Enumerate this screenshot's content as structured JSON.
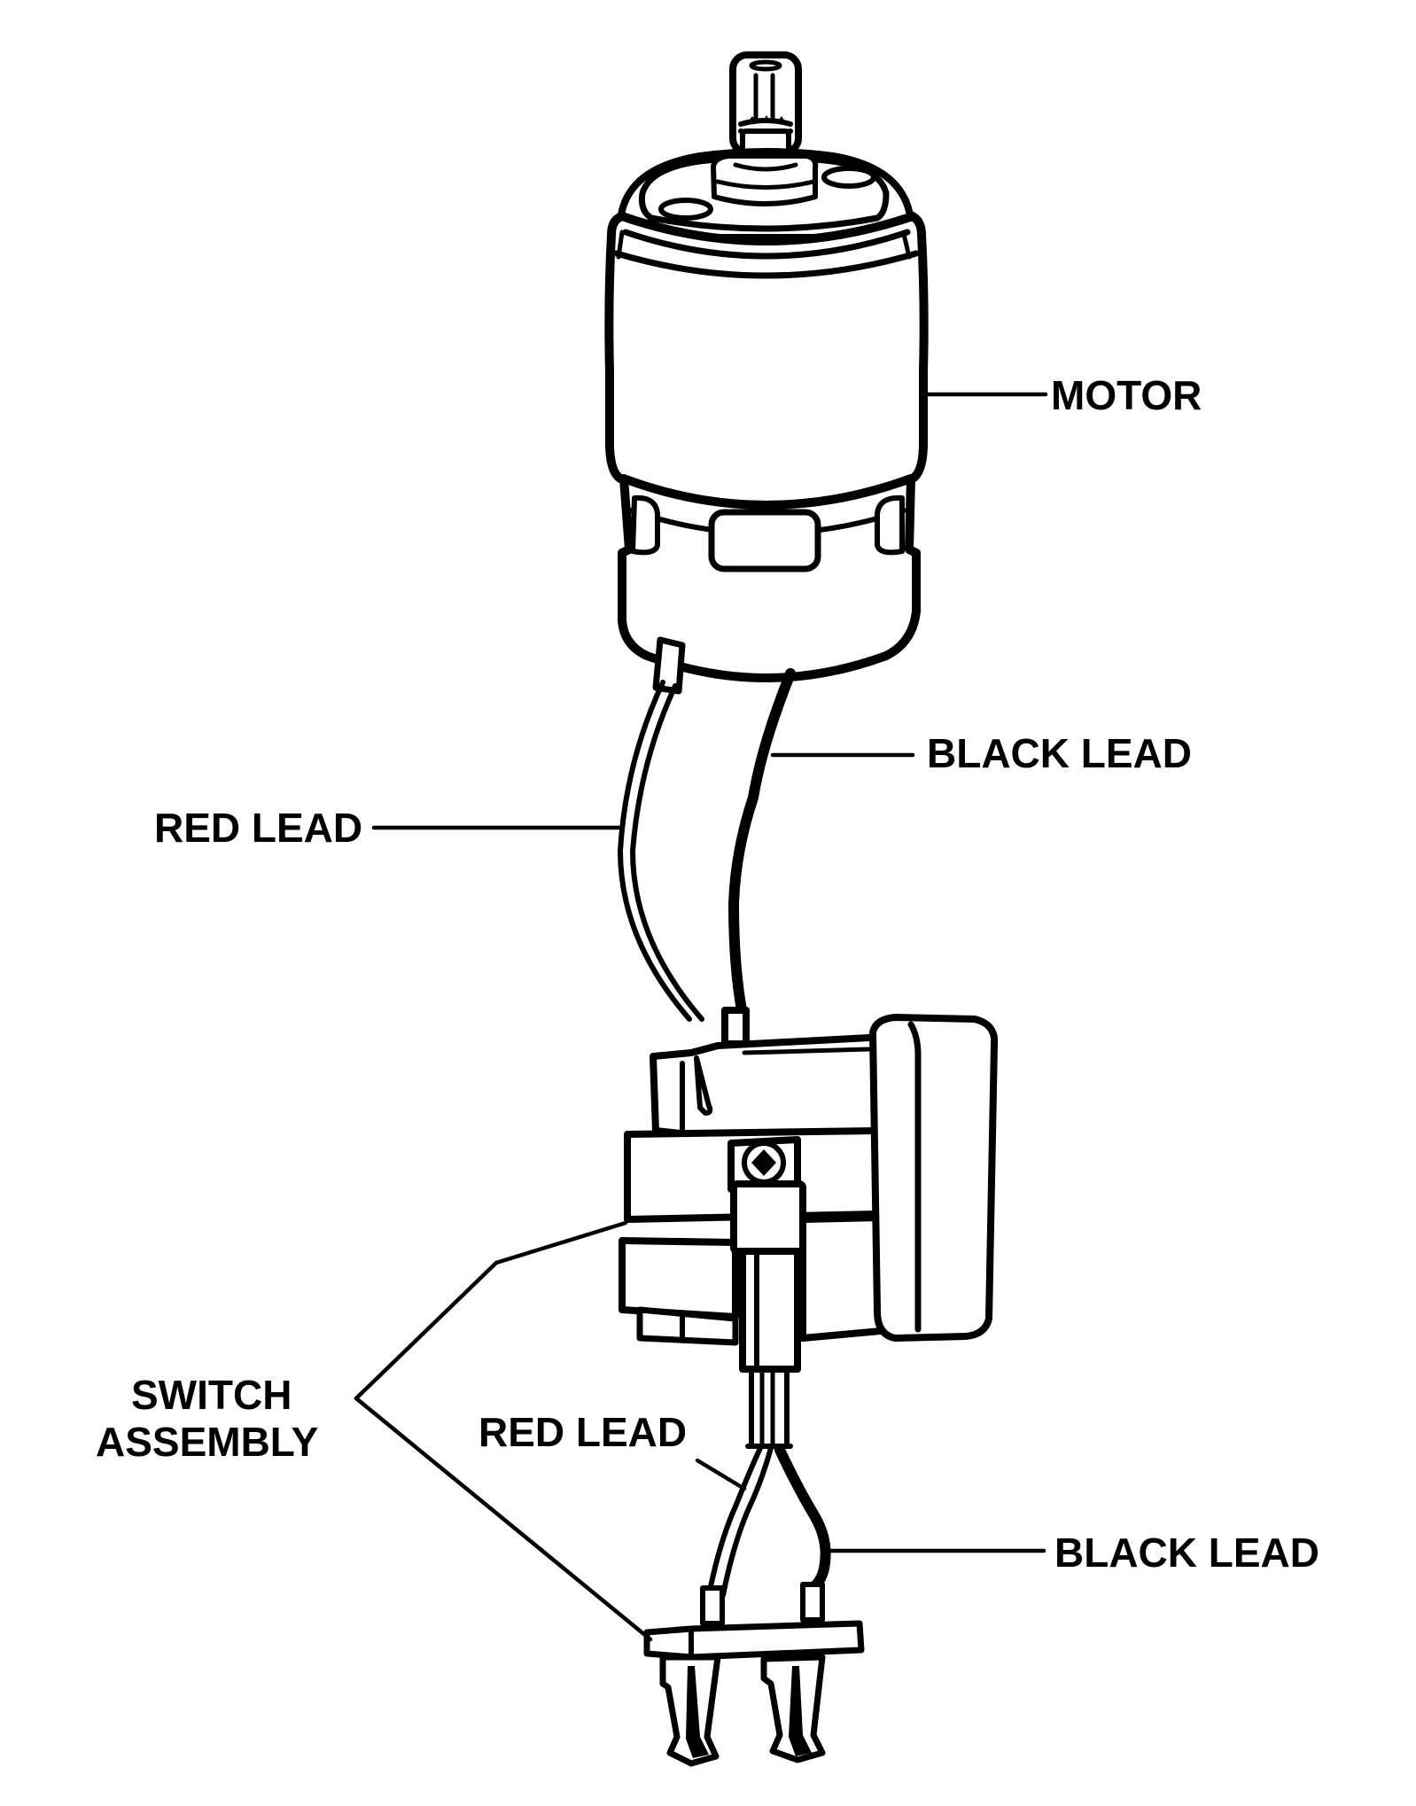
{
  "diagram": {
    "title": "Motor and Switch Assembly Wiring",
    "colors": {
      "ink": "#000000",
      "paper": "#ffffff"
    },
    "labels": {
      "motor": "MOTOR",
      "black_lead_upper": "BLACK LEAD",
      "red_lead_upper": "RED LEAD",
      "switch_assembly_line1": "SWITCH",
      "switch_assembly_line2": "ASSEMBLY",
      "red_lead_lower": "RED LEAD",
      "black_lead_lower": "BLACK LEAD"
    },
    "components": [
      {
        "id": "motor",
        "label_key": "motor"
      },
      {
        "id": "red-lead-upper",
        "label_key": "red_lead_upper"
      },
      {
        "id": "black-lead-upper",
        "label_key": "black_lead_upper"
      },
      {
        "id": "switch-assembly",
        "label_key": "switch_assembly_line1"
      },
      {
        "id": "red-lead-lower",
        "label_key": "red_lead_lower"
      },
      {
        "id": "black-lead-lower",
        "label_key": "black_lead_lower"
      }
    ]
  }
}
